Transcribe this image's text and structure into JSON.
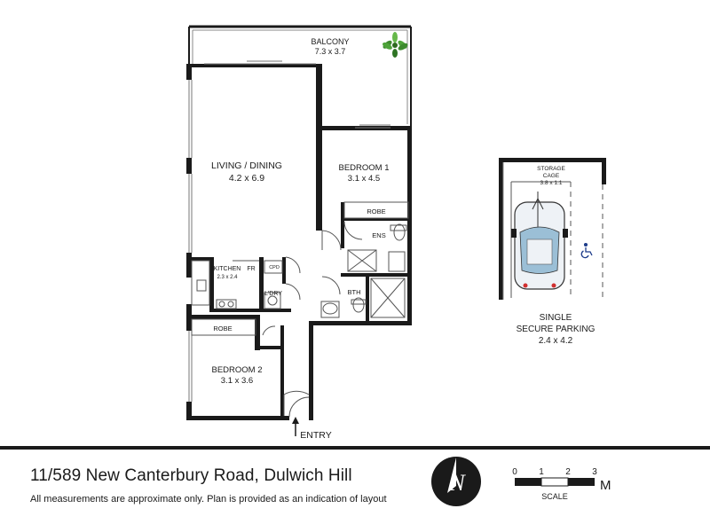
{
  "rooms": {
    "balcony": {
      "name": "BALCONY",
      "size": "7.3 x 3.7"
    },
    "living": {
      "name": "LIVING / DINING",
      "size": "4.2 x 6.9"
    },
    "bedroom1": {
      "name": "BEDROOM 1",
      "size": "3.1 x 4.5"
    },
    "robe1": "ROBE",
    "ens": "ENS",
    "kitchen": {
      "name": "KITCHEN",
      "size": "2.3 x 2.4"
    },
    "fr": "FR",
    "cpd": "CPD",
    "ldry": "L'DRY",
    "bth": "BTH",
    "robe2": "ROBE",
    "bedroom2": {
      "name": "BEDROOM 2",
      "size": "3.1 x 3.6"
    },
    "entry": "ENTRY"
  },
  "parking": {
    "storage_line1": "STORAGE",
    "storage_line2": "CAGE",
    "storage_size": "3.8 x 1.1",
    "label_line1": "SINGLE",
    "label_line2": "SECURE PARKING",
    "size": "2.4 x 4.2"
  },
  "footer": {
    "address": "11/589 New Canterbury Road, Dulwich Hill",
    "disclaimer": "All measurements are approximate only. Plan is provided as an indication of layout"
  },
  "compass": {
    "letter": "N"
  },
  "scale": {
    "ticks": [
      "0",
      "1",
      "2",
      "3"
    ],
    "unit": "M",
    "label": "SCALE"
  },
  "colors": {
    "wall": "#1a1a1a",
    "line": "#555555",
    "car": "#9bbfd6"
  }
}
